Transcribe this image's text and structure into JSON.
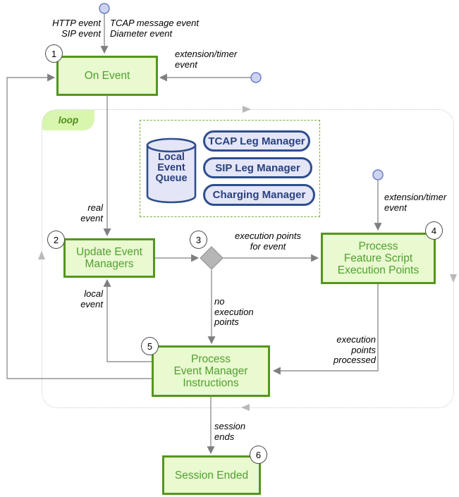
{
  "diagram": {
    "loop_label": "loop",
    "nodes": {
      "on_event": {
        "badge": "1",
        "label": "On Event"
      },
      "update_event_managers": {
        "badge": "2",
        "label": "Update Event\nManagers"
      },
      "decision": {
        "badge": "3"
      },
      "process_feature_script": {
        "badge": "4",
        "label": "Process\nFeature Script\nExecution Points"
      },
      "process_event_manager": {
        "badge": "5",
        "label": "Process\nEvent Manager\nInstructions"
      },
      "session_ended": {
        "badge": "6",
        "label": "Session Ended"
      }
    },
    "queue_group": {
      "cylinder_label": "Local\nEvent\nQueue",
      "managers": [
        "TCAP Leg Manager",
        "SIP Leg Manager",
        "Charging Manager"
      ]
    },
    "edge_labels": {
      "http_sip": "HTTP event\nSIP event",
      "tcap_diameter": "TCAP message event\nDiameter event",
      "extension_timer_top": "extension/timer\nevent",
      "extension_timer_right": "extension/timer\nevent",
      "real_event": "real\nevent",
      "local_event": "local\nevent",
      "execution_points_for_event": "execution points\nfor event",
      "no_execution_points": "no\nexecution\npoints",
      "execution_points_processed": "execution\npoints\nprocessed",
      "session_ends": "session\nends"
    },
    "colors": {
      "node_border": "#55961c",
      "node_fill": "#e9f9d0",
      "node_text": "#50a12f",
      "blue_border": "#2e4e8d",
      "blue_fill": "#e4e5f7",
      "blue_text": "#28427f",
      "edge_gray": "#7f7f7f",
      "loop_border": "#c9c9c9",
      "loop_tab_fill": "#d9f6ae",
      "diamond_fill": "#b6b6b6",
      "event_circle_fill": "#ccd4f2",
      "event_circle_border": "#6e7ec6"
    }
  }
}
